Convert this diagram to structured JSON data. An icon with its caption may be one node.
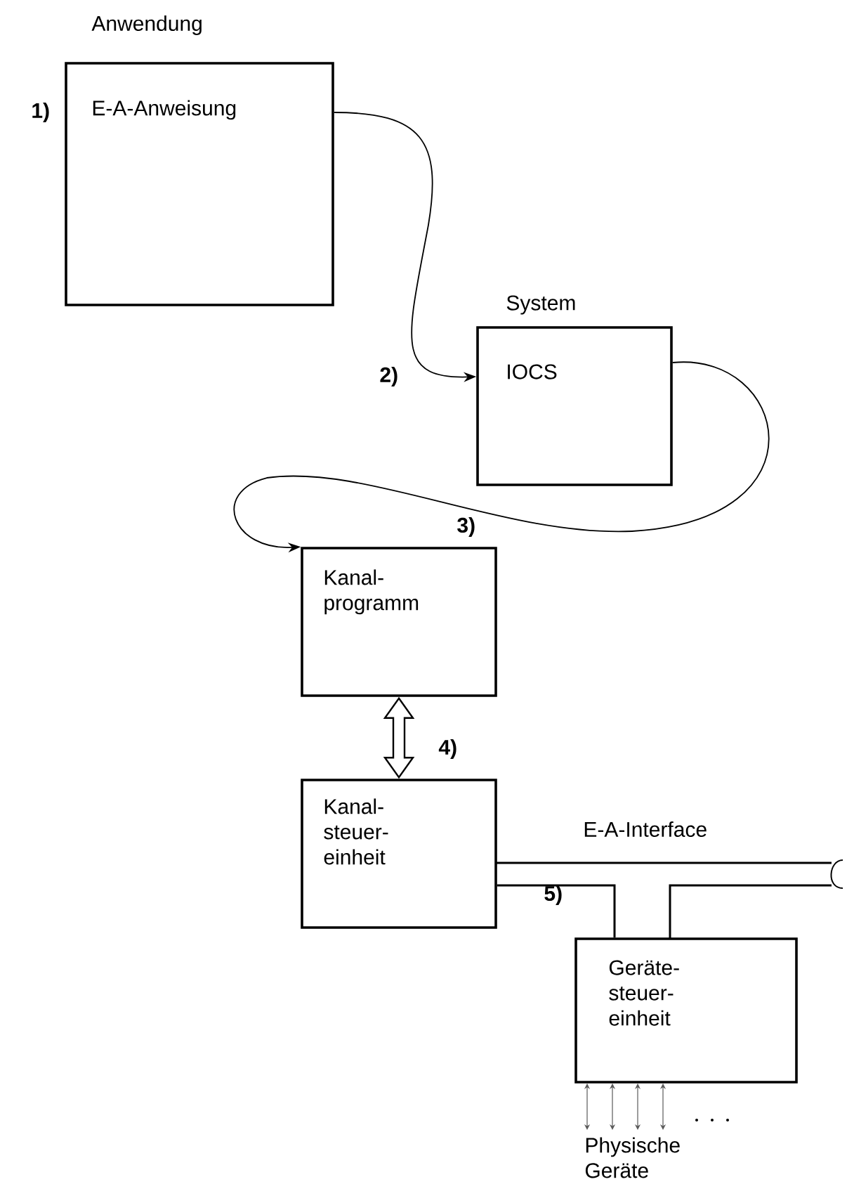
{
  "diagram": {
    "nodes": [
      {
        "text": [
          "Anwendung",
          "E-A-Anweisung"
        ],
        "beside": [
          "1)"
        ]
      },
      {
        "text": [
          "System",
          "IOCS"
        ]
      },
      {
        "text": [
          "Kanal- programm"
        ]
      },
      {
        "text": [
          "Kanal- steuer- einheit"
        ]
      },
      {
        "text": [
          "Geräte- steuer- einheit"
        ]
      },
      {
        "text": [
          "Physische Geräte"
        ]
      }
    ],
    "edges": [
      {
        "from": 0,
        "to": 1,
        "arrow": "to"
      },
      {
        "from": 1,
        "to": 2,
        "arrow": "to"
      },
      {
        "from": 2,
        "to": 3,
        "arrow": "both",
        "style": "thick"
      },
      {
        "from": 3,
        "to": 4,
        "arrow": "none"
      },
      {
        "from": 4,
        "to": 5,
        "arrow": "both"
      },
      {
        "from": 4,
        "to": 5,
        "arrow": "both"
      },
      {
        "from": 4,
        "to": 5,
        "arrow": "both"
      },
      {
        "from": 4,
        "to": 5,
        "arrow": "both"
      }
    ],
    "labels": [
      "2)",
      "3)",
      "4)",
      "E-A-Interface",
      "5)"
    ]
  }
}
